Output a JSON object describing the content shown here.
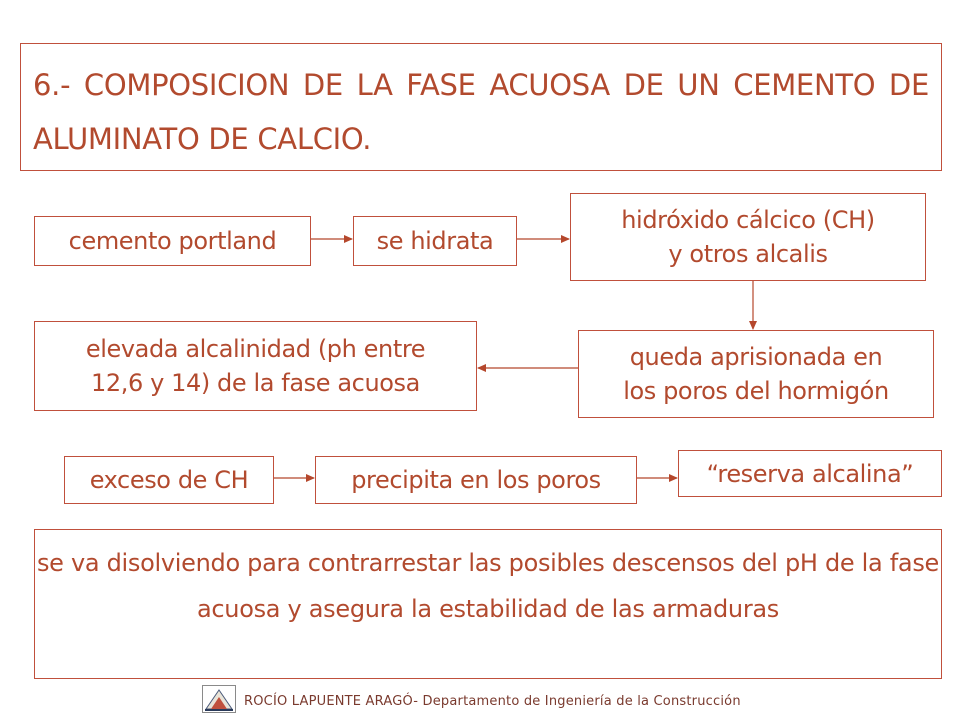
{
  "title": "6.- COMPOSICION DE LA FASE ACUOSA DE UN CEMENTO DE ALUMINATO DE CALCIO.",
  "nodes": {
    "cemento_portland": "cemento portland",
    "se_hidrata": "se hidrata",
    "hidroxido_line1": "hidróxido cálcico (CH)",
    "hidroxido_line2": "y otros alcalis",
    "queda_line1": "queda aprisionada en",
    "queda_line2": "los poros del hormigón",
    "elevada_line1": "elevada alcalinidad (ph entre",
    "elevada_line2": "12,6 y 14) de la fase acuosa",
    "exceso": "exceso de CH",
    "precipita": "precipita en los poros",
    "reserva": "“reserva alcalina”"
  },
  "conclusion": "se va disolviendo para contrarrestar las posibles descensos del pH de la fase acuosa y asegura la estabilidad de las armaduras",
  "footer": {
    "author": "ROCÍO LAPUENTE ARAGÓ- Departamento de Ingeniería de la Construcción",
    "logo_icon": "university-logo-icon"
  },
  "colors": {
    "text": "#b24a2e",
    "border": "#c0503c",
    "arrow": "#b5472c"
  }
}
